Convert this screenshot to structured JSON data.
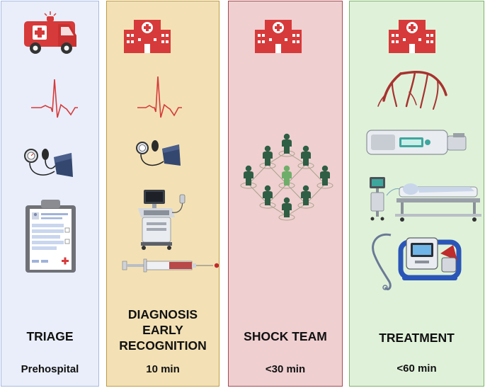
{
  "colors": {
    "triage_bg": "#e9eefa",
    "diagnosis_bg": "#f3e1b5",
    "shock_team_bg": "#efcfd0",
    "treatment_bg": "#dff2d9",
    "icon_red": "#d73a3a",
    "team_green": "#2f5e45"
  },
  "panels": [
    {
      "title": "TRIAGE",
      "time": "Prehospital",
      "icons": [
        "ambulance-icon",
        "ecg-icon",
        "blood-pressure-cuff-icon",
        "clipboard-icon"
      ]
    },
    {
      "title": "DIAGNOSIS\nEARLY\nRECOGNITION",
      "time": "10 min",
      "icons": [
        "hospital-icon",
        "ecg-icon",
        "blood-pressure-cuff-icon",
        "ultrasound-machine-icon",
        "syringe-icon"
      ]
    },
    {
      "title": "SHOCK TEAM",
      "time": "<30 min",
      "icons": [
        "hospital-icon",
        "team-network-icon"
      ]
    },
    {
      "title": "TREATMENT",
      "time": "<60 min",
      "icons": [
        "hospital-icon",
        "coronary-arteries-icon",
        "infusion-pump-icon",
        "icu-bed-icon",
        "ecmo-device-icon"
      ]
    }
  ]
}
